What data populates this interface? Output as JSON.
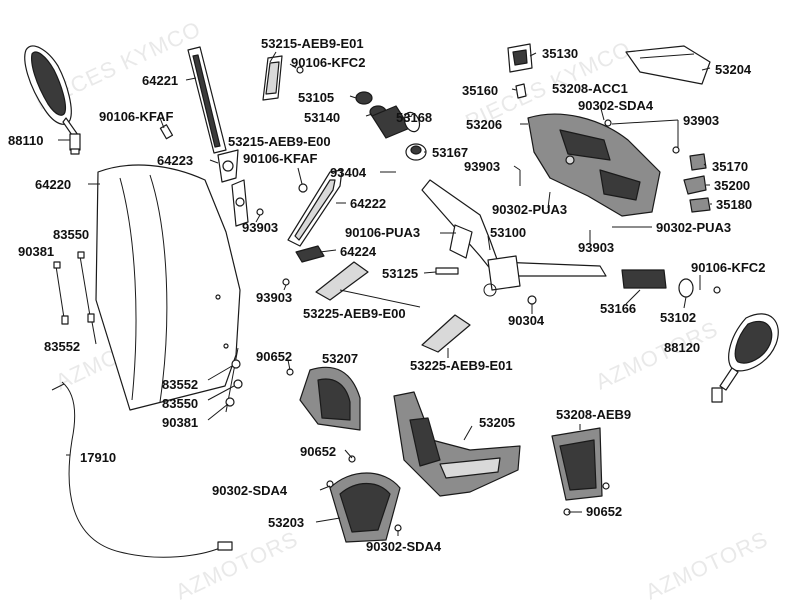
{
  "watermark": {
    "line1": "PIECES KYMCO",
    "line2": "AZMOTORS"
  },
  "labels": {
    "p53215_e01": "53215-AEB9-E01",
    "p90106_kfc2_top": "90106-KFC2",
    "p35130": "35130",
    "p53204": "53204",
    "p64221": "64221",
    "p53105": "53105",
    "p35160": "35160",
    "p53208_acc1": "53208-ACC1",
    "p90302_sda4_top": "90302-SDA4",
    "p88110": "88110",
    "p90106_kfaf_left": "90106-KFAF",
    "p53140": "53140",
    "p53168": "53168",
    "p53206": "53206",
    "p93903_right": "93903",
    "p53215_e00": "53215-AEB9-E00",
    "p64223": "64223",
    "p90106_kfaf_mid": "90106-KFAF",
    "p53167": "53167",
    "p35170": "35170",
    "p64220": "64220",
    "p93404": "93404",
    "p93903_mid": "93903",
    "p35200": "35200",
    "p35180": "35180",
    "p64222": "64222",
    "p90302_pua3_mid": "90302-PUA3",
    "p93903_left": "93903",
    "p90302_pua3_right": "90302-PUA3",
    "p83550_top": "83550",
    "p90381_top": "90381",
    "p90106_pua3": "90106-PUA3",
    "p53100": "53100",
    "p64224": "64224",
    "p93903_lower_mid": "93903",
    "p90106_kfc2_right": "90106-KFC2",
    "p53125": "53125",
    "p93903_low": "93903",
    "p53166": "53166",
    "p53102": "53102",
    "p53225_e00": "53225-AEB9-E00",
    "p90304": "90304",
    "p83552_top": "83552",
    "p88120": "88120",
    "p53225_e01": "53225-AEB9-E01",
    "p90652_left": "90652",
    "p53207": "53207",
    "p83552_low": "83552",
    "p83550_low": "83550",
    "p90381_low": "90381",
    "p53205": "53205",
    "p53208_aeb9": "53208-AEB9",
    "p17910": "17910",
    "p90652_mid": "90652",
    "p90302_sda4_mid": "90302-SDA4",
    "p90652_right": "90652",
    "p53203": "53203",
    "p90302_sda4_bottom": "90302-SDA4"
  }
}
